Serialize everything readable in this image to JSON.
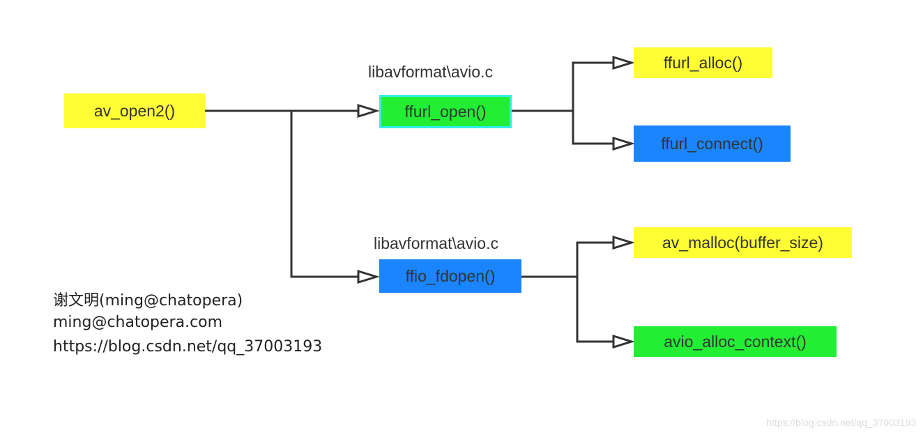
{
  "nodes": {
    "av_open2": {
      "label": "av_open2()",
      "color": "#ffff33"
    },
    "ffurl_open": {
      "label": "ffurl_open()",
      "color": "#22ee33",
      "border": "#33eeee"
    },
    "ffio_fdopen": {
      "label": "ffio_fdopen()",
      "color": "#1a85ff"
    },
    "ffurl_alloc": {
      "label": "ffurl_alloc()",
      "color": "#ffff33"
    },
    "ffurl_connect": {
      "label": "ffurl_connect()",
      "color": "#1a85ff"
    },
    "av_malloc": {
      "label": "av_malloc(buffer_size)",
      "color": "#ffff33"
    },
    "avio_alloc_context": {
      "label": "avio_alloc_context()",
      "color": "#22ee33"
    }
  },
  "file_labels": {
    "top": "libavformat\\avio.c",
    "bottom": "libavformat\\avio.c"
  },
  "author": {
    "name": "谢文明(ming@chatopera)",
    "email": "ming@chatopera.com",
    "url": "https://blog.csdn.net/qq_37003193"
  },
  "watermark": "https://blog.csdn.net/qq_37003193",
  "edge_color": "#333333"
}
